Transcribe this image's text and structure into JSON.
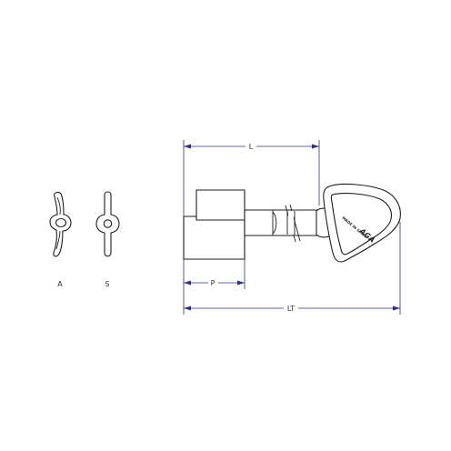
{
  "views": {
    "view_a_label": "A",
    "view_s_label": "S"
  },
  "dimensions": {
    "overall_length_label": "L",
    "pin_length_label": "P",
    "total_length_label": "LT"
  },
  "key_head": {
    "logo_text": "AGA",
    "stamp_text": "MADE IN SPAIN"
  },
  "colors": {
    "dimension_lines": "#2c2f8a",
    "outline": "#1e1e1e",
    "background": "#ffffff"
  }
}
